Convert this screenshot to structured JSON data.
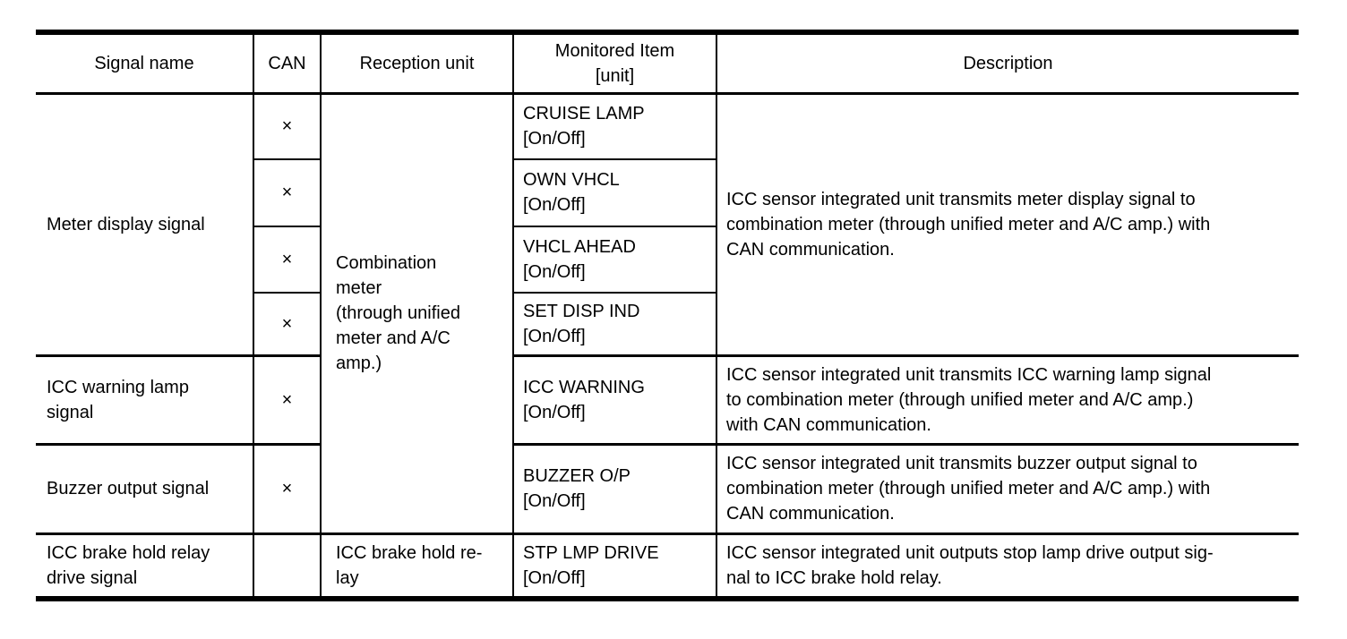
{
  "table": {
    "headers": [
      "Signal name",
      "CAN",
      "Reception unit",
      "Monitored Item\n[unit]",
      "Description"
    ],
    "rows": [
      {
        "signal": "Meter display signal",
        "can": "×",
        "reception": "Combination\nmeter\n(through unified\nmeter and A/C\namp.)",
        "monitored": "CRUISE LAMP\n[On/Off]",
        "description": "ICC sensor integrated unit transmits meter display signal to\ncombination meter (through unified meter and A/C amp.) with\nCAN communication."
      },
      {
        "can": "×",
        "monitored": "OWN VHCL\n[On/Off]"
      },
      {
        "can": "×",
        "monitored": "VHCL AHEAD\n[On/Off]"
      },
      {
        "can": "×",
        "monitored": "SET DISP IND\n[On/Off]"
      },
      {
        "signal": "ICC warning lamp\nsignal",
        "can": "×",
        "monitored": "ICC WARNING\n[On/Off]",
        "description": "ICC sensor integrated unit transmits ICC warning lamp signal\nto combination meter (through unified meter and A/C amp.)\nwith CAN communication."
      },
      {
        "signal": "Buzzer output signal",
        "can": "×",
        "monitored": "BUZZER O/P\n[On/Off]",
        "description": "ICC sensor integrated unit transmits buzzer output signal to\ncombination meter (through unified meter and A/C amp.) with\nCAN communication."
      },
      {
        "signal": "ICC brake hold relay\ndrive signal",
        "can": "",
        "reception": "ICC brake hold re-\nlay",
        "monitored": "STP LMP DRIVE\n[On/Off]",
        "description": "ICC sensor integrated unit outputs stop lamp drive output sig-\nnal to ICC brake hold relay."
      }
    ]
  }
}
